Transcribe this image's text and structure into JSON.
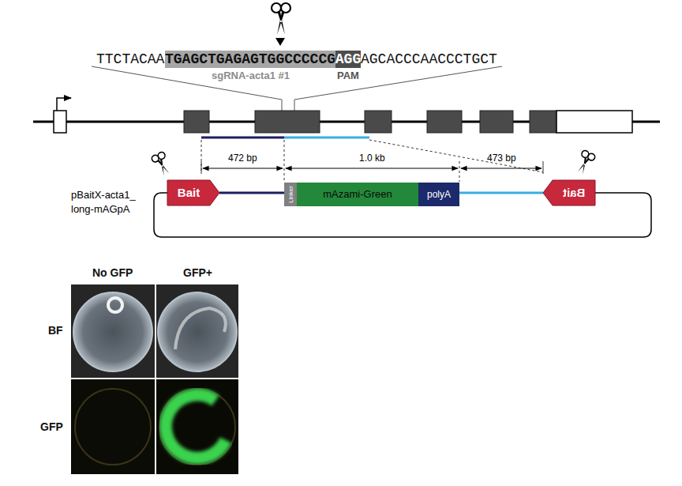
{
  "diagram": {
    "nodes": [
      {
        "text": [
          "TGAGCTGAGAGTGGCCCCCG"
        ]
      },
      {
        "text": [
          "AGG"
        ]
      },
      {
        "text": [
          "Bait"
        ]
      },
      {
        "text": [
          "Linker"
        ]
      },
      {
        "text": [
          "mAzami-Green"
        ]
      },
      {
        "text": [
          "polyA"
        ]
      },
      {
        "text": [
          "Bait"
        ]
      }
    ],
    "edges": [],
    "labels": [
      "TTCTACAA",
      "AGCACCCAACCCTGCT",
      "sgRNA-acta1 #1",
      "PAM",
      "472 bp",
      "1.0 kb",
      "473 bp",
      "pBaitX-acta1_ long-mAGpA",
      "No GFP",
      "GFP+",
      "BF",
      "GFP"
    ]
  }
}
